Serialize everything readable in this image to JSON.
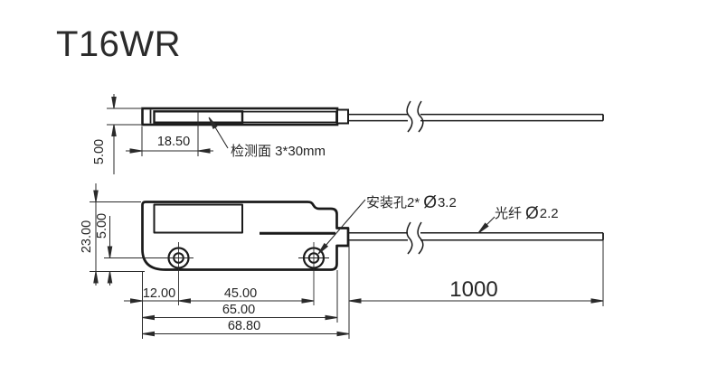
{
  "title": "T16WR",
  "top_view": {
    "width_dim": "5.00",
    "detect_start_dim": "18.50",
    "detection_label": "检测面 3*30mm"
  },
  "side_view": {
    "height_dim": "23.00",
    "hole_height_dim": "5.00",
    "mounting_label": {
      "prefix": "安装孔2*",
      "phi": "Ø",
      "size": "3.2"
    },
    "fiber_label": {
      "prefix": "光纤",
      "phi": "Ø",
      "size": "2.2"
    },
    "dims": {
      "left_to_hole": "12.00",
      "hole_spacing": "45.00",
      "body_length": "65.00",
      "overall_length": "68.80",
      "fiber_length": "1000"
    }
  }
}
